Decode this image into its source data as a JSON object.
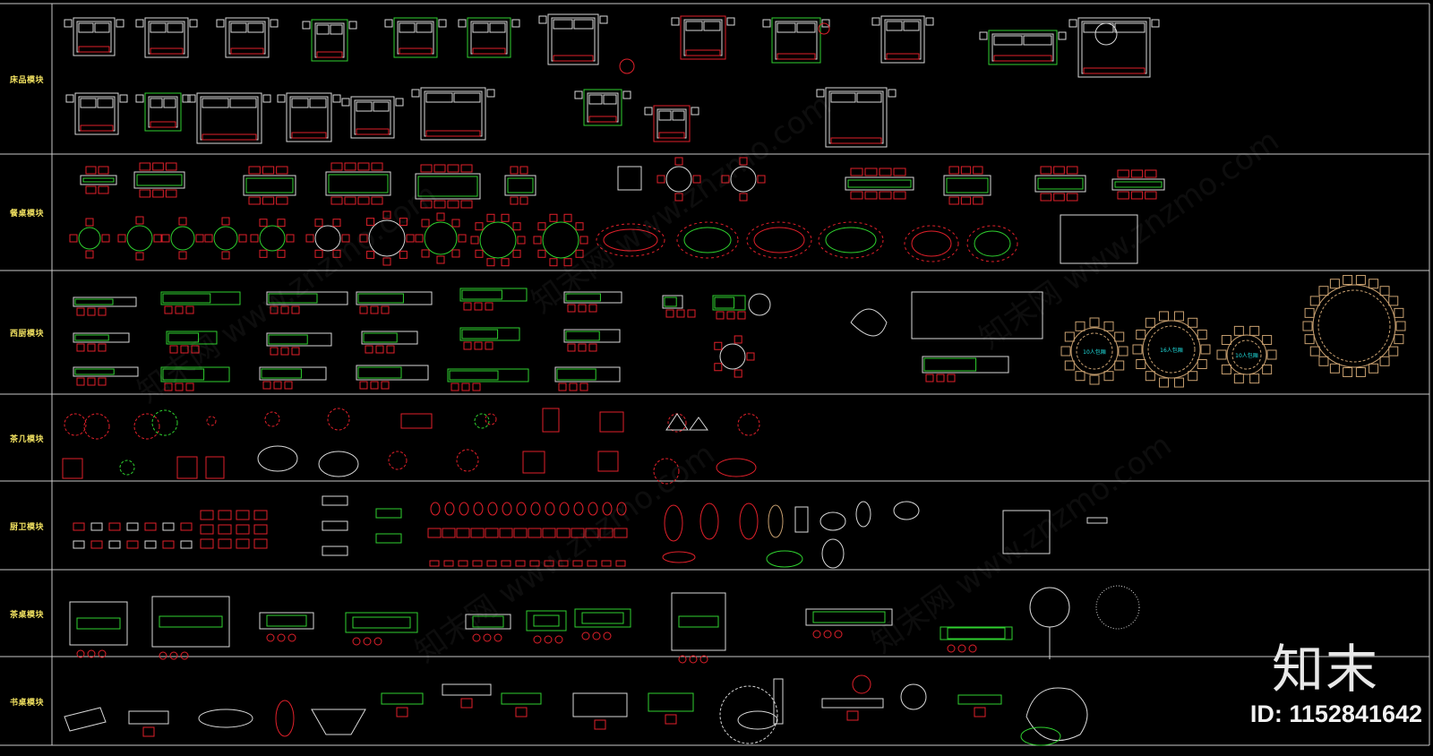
{
  "rows": [
    {
      "label": "床品模块",
      "key": "beds"
    },
    {
      "label": "餐桌模块",
      "key": "dining"
    },
    {
      "label": "西厨模块",
      "key": "western-kitchen"
    },
    {
      "label": "茶几模块",
      "key": "coffee-tables"
    },
    {
      "label": "厨卫模块",
      "key": "kitchen-bath"
    },
    {
      "label": "茶桌模块",
      "key": "tea-tables"
    },
    {
      "label": "书桌模块",
      "key": "desks"
    }
  ],
  "round_table_labels": [
    "10人包厢",
    "16人包厢",
    "10人包厢"
  ],
  "watermark": "知末网 www.znzmo.com",
  "brand": "知末",
  "id_text": "ID: 1152841642",
  "colors": {
    "line": "#c9c9c9",
    "green": "#2fd12f",
    "red": "#e0202a",
    "white": "#d8d8d8",
    "label": "#f0e060",
    "brown": "#c8a070",
    "cyan": "#20e0e0"
  }
}
